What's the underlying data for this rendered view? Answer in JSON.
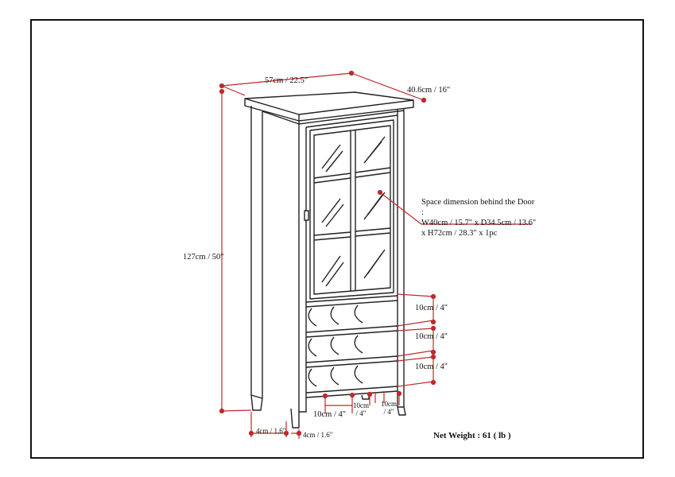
{
  "dimensions": {
    "width": "57cm / 22.5\"",
    "depth": "40.6cm / 16\"",
    "height": "127cm / 50\"",
    "rack_spacing_1": "10cm / 4\"",
    "rack_spacing_2": "10cm / 4\"",
    "rack_spacing_3": "10cm / 4\"",
    "slot_width": "10cm / 4\"",
    "slot_gap_top": "10cm",
    "slot_gap_bottom": "/ 4\"",
    "slot_gap2_top": "10cm",
    "slot_gap2_bottom": "/ 4\"",
    "leg_left": "4cm / 1.6\"",
    "leg_right": "4cm / 1.6\""
  },
  "note": {
    "line1": "Space dimension behind the Door :",
    "line2": "W40cm / 15.7\" x D34.5cm / 13.6\"",
    "line3": "x H72cm / 28.3\" x 1pc"
  },
  "weight": "Net Weight : 61 ( lb )",
  "colors": {
    "dimension": "#c0282c",
    "outline": "#222222"
  }
}
